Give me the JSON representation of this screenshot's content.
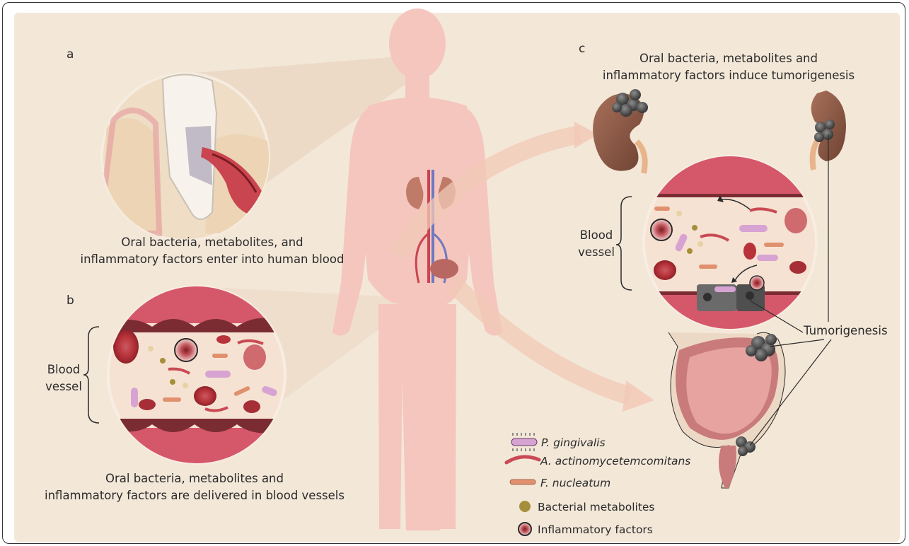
{
  "panels": {
    "a": {
      "letter": "a",
      "caption_line1": "Oral bacteria, metabolites, and",
      "caption_line2": "inflammatory factors enter into human blood"
    },
    "b": {
      "letter": "b",
      "vessel_label_line1": "Blood",
      "vessel_label_line2": "vessel",
      "caption_line1": "Oral bacteria, metabolites and",
      "caption_line2": "inflammatory factors are delivered in blood vessels"
    },
    "c": {
      "letter": "c",
      "title_line1": "Oral bacteria, metabolites and",
      "title_line2": "inflammatory factors induce tumorigenesis",
      "vessel_label_line1": "Blood",
      "vessel_label_line2": "vessel",
      "tumor_label": "Tumorigenesis"
    }
  },
  "legend": {
    "items": [
      {
        "label": "P. gingivalis",
        "icon": "p-gingivalis-icon",
        "italic": true
      },
      {
        "label": "A. actinomycetemcomitans",
        "icon": "a-actinomycetemcomitans-icon",
        "italic": true
      },
      {
        "label": "F. nucleatum",
        "icon": "f-nucleatum-icon",
        "italic": true
      },
      {
        "label": "Bacterial metabolites",
        "icon": "metabolite-icon",
        "italic": false
      },
      {
        "label": "Inflammatory factors",
        "icon": "inflammatory-factor-icon",
        "italic": false
      }
    ]
  },
  "colors": {
    "background": "#f3e7d8",
    "body": "#f4c6bd",
    "vessel_wall": "#c9454f",
    "red_cell": "#b8323a",
    "bacterium_pg": "#d7a3d3",
    "bacterium_aa": "#c94a55",
    "bacterium_fn": "#e0906e",
    "metabolite": "#a68f3a",
    "tumor": "#4a4a4a",
    "kidney": "#8a5a44"
  }
}
